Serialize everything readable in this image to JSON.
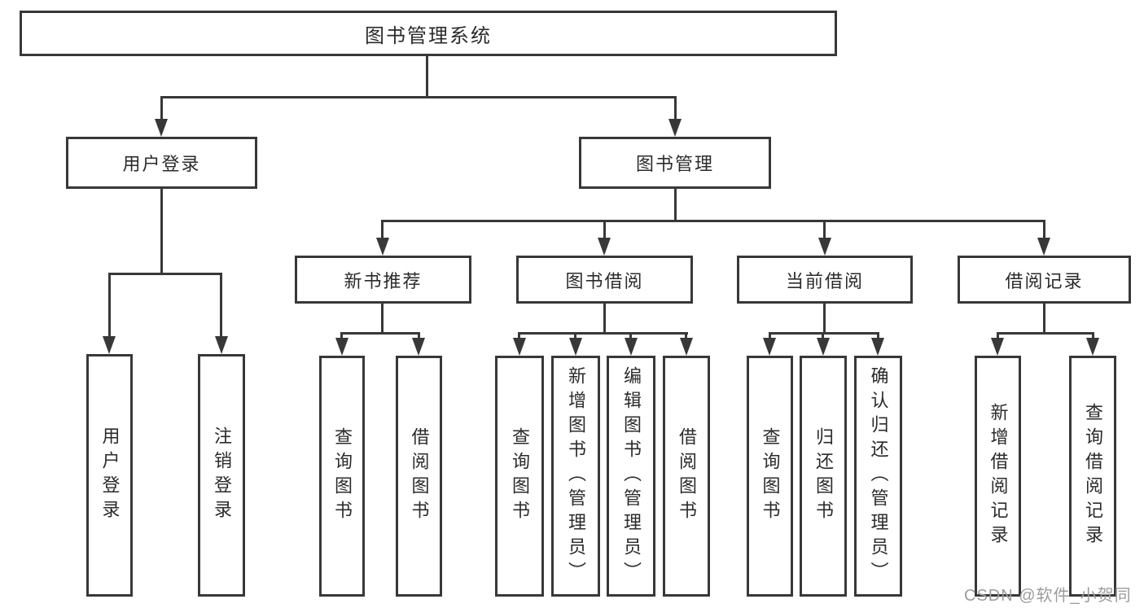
{
  "tree": {
    "root": "图书管理系统",
    "branches": [
      {
        "label": "用户登录",
        "leaves": [
          "用户登录",
          "注销登录"
        ]
      },
      {
        "label": "图书管理",
        "groups": [
          {
            "label": "新书推荐",
            "leaves": [
              "查询图书",
              "借阅图书"
            ]
          },
          {
            "label": "图书借阅",
            "leaves": [
              "查询图书",
              "新增图书（管理员）",
              "编辑图书（管理员）",
              "借阅图书"
            ]
          },
          {
            "label": "当前借阅",
            "leaves": [
              "查询图书",
              "归还图书",
              "确认归还（管理员）"
            ]
          },
          {
            "label": "借阅记录",
            "leaves": [
              "新增借阅记录",
              "查询借阅记录"
            ]
          }
        ]
      }
    ]
  },
  "watermark": "CSDN @软件_小贺同学",
  "colors": {
    "line": "#38383a",
    "text": "#2b2b2d",
    "watermark": "#9c9c9c",
    "background": "#ffffff"
  }
}
